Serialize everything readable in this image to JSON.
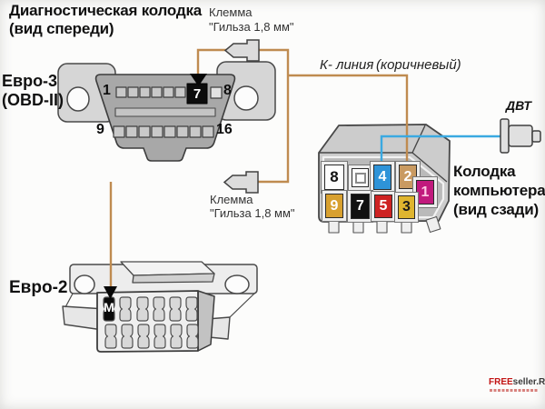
{
  "header": {
    "title_line1": "Диагностическая колодка",
    "title_line2": "(вид спереди)"
  },
  "obd": {
    "name_line1": "Евро-3",
    "name_line2": "(OBD-II)",
    "row1_start": "1",
    "row1_end": "8",
    "row2_start": "9",
    "row2_end": "16",
    "highlight_pin": "7"
  },
  "euro2": {
    "name": "Евро-2",
    "highlight_pin": "M"
  },
  "terminals": {
    "top": {
      "line1": "Клемма",
      "line2": "\"Гильза 1,8 мм\""
    },
    "bottom": {
      "line1": "Клемма",
      "line2": "\"Гильза 1,8 мм\""
    }
  },
  "kline": {
    "label": "К- линия",
    "color_note": "(коричневый)",
    "wire_color": "#bf8b50"
  },
  "dvt": {
    "label": "ДВТ",
    "wire_color": "#3aa9e1"
  },
  "ecu": {
    "label_line1": "Колодка",
    "label_line2": "компьютера",
    "label_line3": "(вид сзади)",
    "pins": [
      {
        "num": "8",
        "bg": "#fdfdfd",
        "fg": "#111111"
      },
      {
        "num": "",
        "bg": "#fdfdfd",
        "fg": "#111111"
      },
      {
        "num": "4",
        "bg": "#2e93d8",
        "fg": "#ffffff"
      },
      {
        "num": "2",
        "bg": "#c99a61",
        "fg": "#ffffff"
      },
      {
        "num": "1",
        "bg": "#c11a7d",
        "fg": "#ffc9e4"
      },
      {
        "num": "9",
        "bg": "#d8a02f",
        "fg": "#ffffff"
      },
      {
        "num": "7",
        "bg": "#111111",
        "fg": "#ffffff"
      },
      {
        "num": "5",
        "bg": "#ce2222",
        "fg": "#ffffff"
      },
      {
        "num": "3",
        "bg": "#dfb52f",
        "fg": "#1a1a1a"
      }
    ]
  },
  "watermark": {
    "brand_red": "FREE",
    "brand_rest": "seller.RU"
  }
}
